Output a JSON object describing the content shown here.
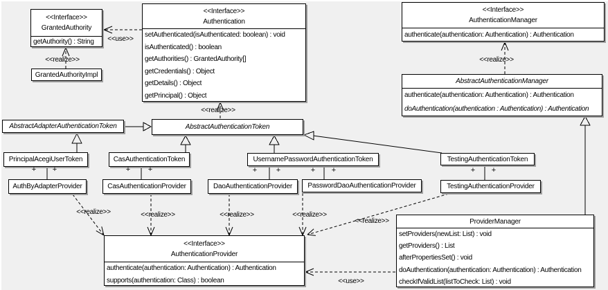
{
  "diagram": {
    "stereotype_interface": "<<Interface>>",
    "label_use": "<<use>>",
    "label_realize": "<<realize>>",
    "background_color": "#f0f0f0",
    "box_fill_color": "#ffffff",
    "line_color": "#000000",
    "shadow_color": "#9f9f9f"
  },
  "markers": {
    "plus": "+"
  },
  "classes": {
    "granted_authority": {
      "stereotype": "<<Interface>>",
      "name": "GrantedAuthority",
      "methods": [
        "getAuthority() : String"
      ]
    },
    "granted_authority_impl": {
      "name": "GrantedAuthorityImpl"
    },
    "authentication": {
      "stereotype": "<<Interface>>",
      "name": "Authentication",
      "methods": [
        "setAuthenticated(isAuthenticated: boolean) : void",
        "isAuthenticated() : boolean",
        "getAuthorities() : GrantedAuthority[]",
        "getCredentials() : Object",
        "getDetails() : Object",
        "getPrincipal() : Object"
      ]
    },
    "authentication_manager": {
      "stereotype": "<<Interface>>",
      "name": "AuthenticationManager",
      "methods": [
        "authenticate(authentication: Authentication) : Authentication"
      ]
    },
    "abstract_authentication_manager": {
      "name": "AbstractAuthenticationManager",
      "methods": [
        "authenticate(authentication: Authentication) : Authentication",
        "doAuthentication(authentication : Authentication) : Authentication"
      ]
    },
    "abstract_adapter_authentication_token": {
      "name": "AbstractAdapterAuthenticationToken"
    },
    "abstract_authentication_token": {
      "name": "AbstractAuthenticationToken"
    },
    "principal_acegi_user_token": {
      "name": "PrincipalAcegiUserToken"
    },
    "cas_authentication_token": {
      "name": "CasAuthenticationToken"
    },
    "username_password_authentication_token": {
      "name": "UsernamePasswordAuthenticationToken"
    },
    "testing_authentication_token": {
      "name": "TestingAuthenticationToken"
    },
    "auth_by_adapter_provider": {
      "name": "AuthByAdapterProvider"
    },
    "cas_authentication_provider": {
      "name": "CasAuthenticationProvider"
    },
    "dao_authentication_provider": {
      "name": "DaoAuthenticationProvider"
    },
    "password_dao_authentication_provider": {
      "name": "PasswordDaoAuthenticationProvider"
    },
    "testing_authentication_provider": {
      "name": "TestingAuthenticationProvider"
    },
    "authentication_provider": {
      "stereotype": "<<Interface>>",
      "name": "AuthenticationProvider",
      "methods": [
        "authenticate(authentication: Authentication) : Authentication",
        "supports(authentication: Class) : boolean"
      ]
    },
    "provider_manager": {
      "name": "ProviderManager",
      "methods": [
        "setProviders(newList: List) : void",
        "getProviders() : List",
        "afterPropertiesSet() : void",
        "doAuthentication(authentication: Authentication) : Authentication",
        "checkIfValidList(listToCheck: List) : void"
      ]
    }
  }
}
